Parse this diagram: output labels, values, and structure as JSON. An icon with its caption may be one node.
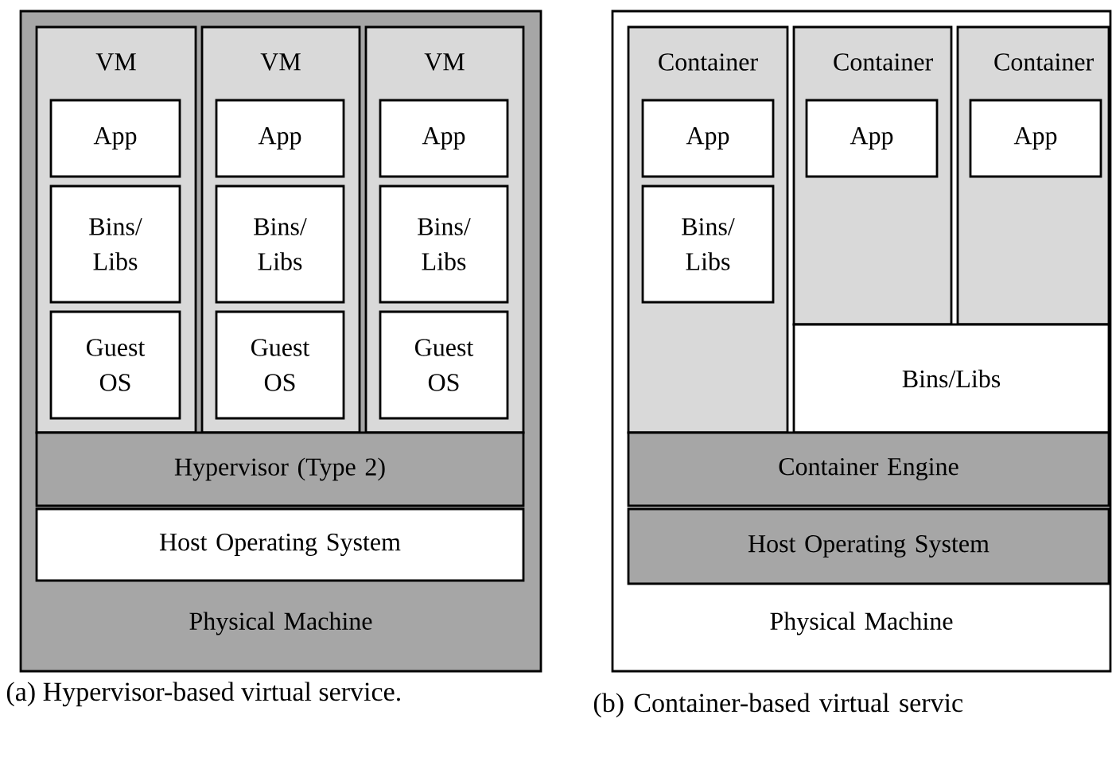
{
  "diagram": {
    "nodes": [
      {
        "text": [
          "Physical Machine"
        ]
      },
      {
        "text": [
          "VM"
        ],
        "in": 0
      },
      {
        "text": [
          "App"
        ],
        "in": 1
      },
      {
        "text": [
          "Bins/ Libs"
        ],
        "in": 1
      },
      {
        "text": [
          "Guest OS"
        ],
        "in": 1
      },
      {
        "text": [
          "VM"
        ],
        "in": 0
      },
      {
        "text": [
          "App"
        ],
        "in": 5
      },
      {
        "text": [
          "Bins/ Libs"
        ],
        "in": 5
      },
      {
        "text": [
          "Guest OS"
        ],
        "in": 5
      },
      {
        "text": [
          "VM"
        ],
        "in": 0
      },
      {
        "text": [
          "App"
        ],
        "in": 9
      },
      {
        "text": [
          "Bins/ Libs"
        ],
        "in": 9
      },
      {
        "text": [
          "Guest OS"
        ],
        "in": 9
      },
      {
        "text": [
          "Hypervisor (Type 2)"
        ],
        "in": 0
      },
      {
        "text": [
          "Host Operating System"
        ],
        "in": 0
      },
      {
        "text": [
          "Physical Machine"
        ]
      },
      {
        "text": [
          "Container"
        ],
        "in": 15
      },
      {
        "text": [
          "App"
        ],
        "in": 16
      },
      {
        "text": [
          "Bins/ Libs"
        ],
        "in": 16
      },
      {
        "text": [
          "Container"
        ],
        "in": 15
      },
      {
        "text": [
          "App"
        ],
        "in": 19
      },
      {
        "text": [
          "Container"
        ],
        "in": 15
      },
      {
        "text": [
          "App"
        ],
        "in": 21
      },
      {
        "text": [
          "Bins/Libs"
        ],
        "in": 15
      },
      {
        "text": [
          "Container Engine"
        ],
        "in": 15
      },
      {
        "text": [
          "Host Operating System"
        ],
        "in": 15
      }
    ],
    "labels": [
      "(a) Hypervisor-based virtual service.",
      "(b) Container-based virtual servic"
    ]
  }
}
